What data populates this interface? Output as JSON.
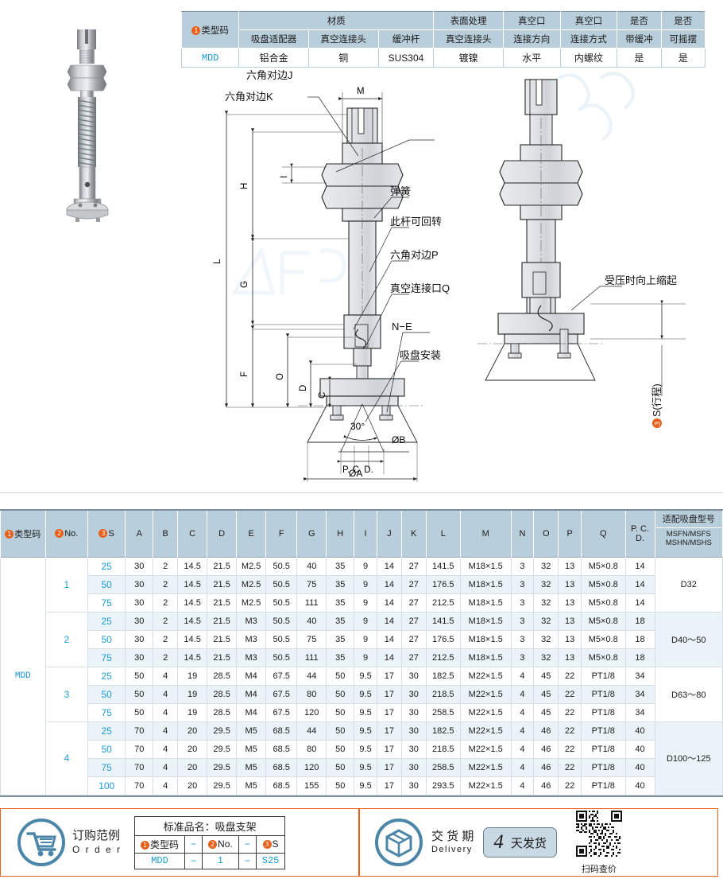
{
  "material_table": {
    "col_type_code": "类型码",
    "group_material": "材质",
    "group_surface": "表面处理",
    "sub_headers": [
      "吸盘适配器",
      "真空连接头",
      "缓冲杆",
      "真空连接头"
    ],
    "col_direction": [
      "真空口",
      "连接方向"
    ],
    "col_connection": [
      "真空口",
      "连接方式"
    ],
    "col_buffer": [
      "是否",
      "带缓冲"
    ],
    "col_swing": [
      "是否",
      "可摇摆"
    ],
    "values": {
      "type_code": "MDD",
      "adapter": "铝合金",
      "vacuum_joint": "铜",
      "buffer_rod": "SUS304",
      "surface_joint": "镀镍",
      "direction": "水平",
      "connection": "内螺纹",
      "buffer": "是",
      "swing": "是"
    }
  },
  "drawing": {
    "labels": {
      "hex_j": "六角对边J",
      "hex_k": "六角对边K",
      "spring": "弹簧",
      "rotatable": "此杆可回转",
      "hex_p": "六角对边P",
      "vacuum_port_q": "真空连接口Q",
      "n_e": "N−E",
      "cup_mount": "吸盘安装",
      "retract": "受压时向上缩起",
      "stroke": "S(行程)",
      "angle": "30°",
      "phi_a": "ØA",
      "phi_b": "ØB",
      "pcd": "P. C. D."
    },
    "dims": [
      "L",
      "H",
      "G",
      "F",
      "O",
      "D",
      "C",
      "I",
      "M"
    ]
  },
  "spec_table": {
    "headers": {
      "type_code": "类型码",
      "no": "No.",
      "s": "S",
      "dims": [
        "A",
        "B",
        "C",
        "D",
        "E",
        "F",
        "G",
        "H",
        "I",
        "J",
        "K",
        "L",
        "M",
        "N",
        "O",
        "P",
        "Q"
      ],
      "pcd": "P. C. D.",
      "cup_group": "适配吸盘型号",
      "cup_sub1": "MSFN/MSFS",
      "cup_sub2": "MSHN/MSHS"
    },
    "type_code": "MDD",
    "groups": [
      {
        "no": "1",
        "cup_model": "D32",
        "rows": [
          {
            "s": "25",
            "A": "30",
            "B": "2",
            "C": "14.5",
            "D": "21.5",
            "E": "M2.5",
            "F": "50.5",
            "G": "40",
            "H": "35",
            "I": "9",
            "J": "14",
            "K": "27",
            "L": "141.5",
            "M": "M18×1.5",
            "N": "3",
            "O": "32",
            "P": "13",
            "Q": "M5×0.8",
            "PCD": "14"
          },
          {
            "s": "50",
            "A": "30",
            "B": "2",
            "C": "14.5",
            "D": "21.5",
            "E": "M2.5",
            "F": "50.5",
            "G": "75",
            "H": "35",
            "I": "9",
            "J": "14",
            "K": "27",
            "L": "176.5",
            "M": "M18×1.5",
            "N": "3",
            "O": "32",
            "P": "13",
            "Q": "M5×0.8",
            "PCD": "14"
          },
          {
            "s": "75",
            "A": "30",
            "B": "2",
            "C": "14.5",
            "D": "21.5",
            "E": "M2.5",
            "F": "50.5",
            "G": "111",
            "H": "35",
            "I": "9",
            "J": "14",
            "K": "27",
            "L": "212.5",
            "M": "M18×1.5",
            "N": "3",
            "O": "32",
            "P": "13",
            "Q": "M5×0.8",
            "PCD": "14"
          }
        ]
      },
      {
        "no": "2",
        "cup_model": "D40～50",
        "rows": [
          {
            "s": "25",
            "A": "30",
            "B": "2",
            "C": "14.5",
            "D": "21.5",
            "E": "M3",
            "F": "50.5",
            "G": "40",
            "H": "35",
            "I": "9",
            "J": "14",
            "K": "27",
            "L": "141.5",
            "M": "M18×1.5",
            "N": "3",
            "O": "32",
            "P": "13",
            "Q": "M5×0.8",
            "PCD": "18"
          },
          {
            "s": "50",
            "A": "30",
            "B": "2",
            "C": "14.5",
            "D": "21.5",
            "E": "M3",
            "F": "50.5",
            "G": "75",
            "H": "35",
            "I": "9",
            "J": "14",
            "K": "27",
            "L": "176.5",
            "M": "M18×1.5",
            "N": "3",
            "O": "32",
            "P": "13",
            "Q": "M5×0.8",
            "PCD": "18"
          },
          {
            "s": "75",
            "A": "30",
            "B": "2",
            "C": "14.5",
            "D": "21.5",
            "E": "M3",
            "F": "50.5",
            "G": "111",
            "H": "35",
            "I": "9",
            "J": "14",
            "K": "27",
            "L": "212.5",
            "M": "M18×1.5",
            "N": "3",
            "O": "32",
            "P": "13",
            "Q": "M5×0.8",
            "PCD": "18"
          }
        ]
      },
      {
        "no": "3",
        "cup_model": "D63～80",
        "rows": [
          {
            "s": "25",
            "A": "50",
            "B": "4",
            "C": "19",
            "D": "28.5",
            "E": "M4",
            "F": "67.5",
            "G": "44",
            "H": "50",
            "I": "9.5",
            "J": "17",
            "K": "30",
            "L": "182.5",
            "M": "M22×1.5",
            "N": "4",
            "O": "45",
            "P": "22",
            "Q": "PT1/8",
            "PCD": "34"
          },
          {
            "s": "50",
            "A": "50",
            "B": "4",
            "C": "19",
            "D": "28.5",
            "E": "M4",
            "F": "67.5",
            "G": "80",
            "H": "50",
            "I": "9.5",
            "J": "17",
            "K": "30",
            "L": "218.5",
            "M": "M22×1.5",
            "N": "4",
            "O": "45",
            "P": "22",
            "Q": "PT1/8",
            "PCD": "34"
          },
          {
            "s": "75",
            "A": "50",
            "B": "4",
            "C": "19",
            "D": "28.5",
            "E": "M4",
            "F": "67.5",
            "G": "120",
            "H": "50",
            "I": "9.5",
            "J": "17",
            "K": "30",
            "L": "258.5",
            "M": "M22×1.5",
            "N": "4",
            "O": "45",
            "P": "22",
            "Q": "PT1/8",
            "PCD": "34"
          }
        ]
      },
      {
        "no": "4",
        "cup_model": "D100～125",
        "rows": [
          {
            "s": "25",
            "A": "70",
            "B": "4",
            "C": "20",
            "D": "29.5",
            "E": "M5",
            "F": "68.5",
            "G": "44",
            "H": "50",
            "I": "9.5",
            "J": "17",
            "K": "30",
            "L": "182.5",
            "M": "M22×1.5",
            "N": "4",
            "O": "46",
            "P": "22",
            "Q": "PT1/8",
            "PCD": "40"
          },
          {
            "s": "50",
            "A": "70",
            "B": "4",
            "C": "20",
            "D": "29.5",
            "E": "M5",
            "F": "68.5",
            "G": "80",
            "H": "50",
            "I": "9.5",
            "J": "17",
            "K": "30",
            "L": "218.5",
            "M": "M22×1.5",
            "N": "4",
            "O": "46",
            "P": "22",
            "Q": "PT1/8",
            "PCD": "40"
          },
          {
            "s": "75",
            "A": "70",
            "B": "4",
            "C": "20",
            "D": "29.5",
            "E": "M5",
            "F": "68.5",
            "G": "120",
            "H": "50",
            "I": "9.5",
            "J": "17",
            "K": "30",
            "L": "258.5",
            "M": "M22×1.5",
            "N": "4",
            "O": "46",
            "P": "22",
            "Q": "PT1/8",
            "PCD": "40"
          },
          {
            "s": "100",
            "A": "70",
            "B": "4",
            "C": "20",
            "D": "29.5",
            "E": "M5",
            "F": "68.5",
            "G": "155",
            "H": "50",
            "I": "9.5",
            "J": "17",
            "K": "30",
            "L": "293.5",
            "M": "M22×1.5",
            "N": "4",
            "O": "46",
            "P": "22",
            "Q": "PT1/8",
            "PCD": "40"
          }
        ]
      }
    ]
  },
  "footer": {
    "order": {
      "label_cn": "订购范例",
      "label_en": "O r d e r",
      "table_title": "标准品名：吸盘支架",
      "h_type": "类型码",
      "h_no": "No.",
      "h_s": "S",
      "dash": "−",
      "v_type": "MDD",
      "v_no": "1",
      "v_s": "S25"
    },
    "delivery": {
      "label_cn": "交 货 期",
      "label_en": "Delivery",
      "days": "4",
      "days_unit": "天发货",
      "qr_caption": "扫码查价"
    }
  },
  "colors": {
    "header_blue": "#b9cedb",
    "accent_orange": "#e8611c",
    "value_blue": "#1b9ad6",
    "row_alt": "#eaf3f8"
  }
}
